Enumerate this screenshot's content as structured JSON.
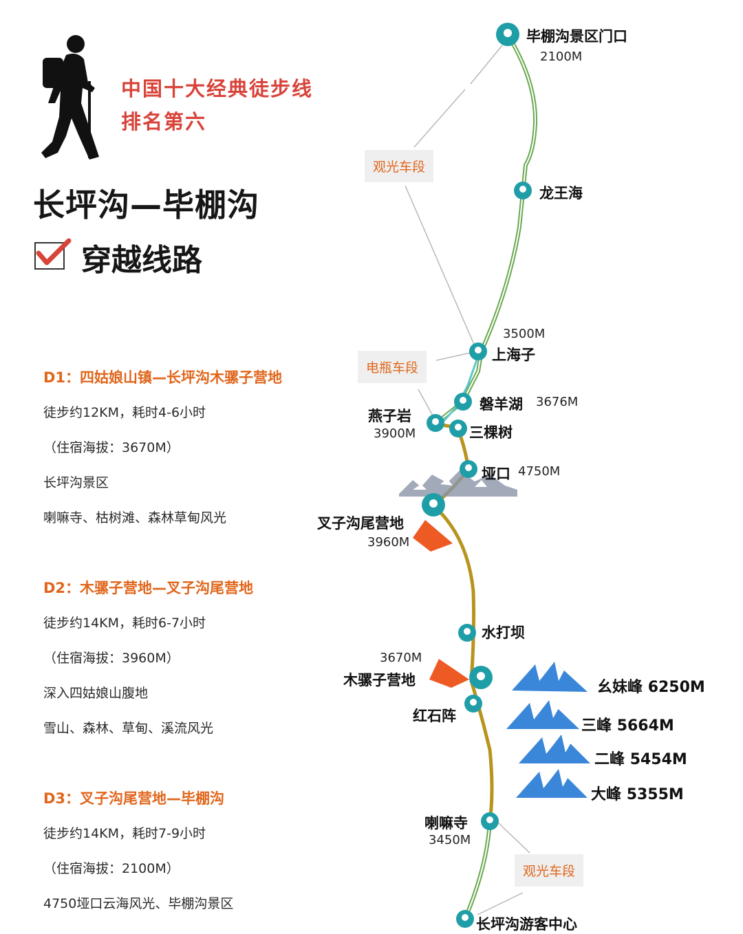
{
  "header": {
    "subtitle_line1": "中国十大经典徒步线",
    "subtitle_line2": "排名第六",
    "title": "长坪沟—毕棚沟",
    "check_title": "穿越线路"
  },
  "days": [
    {
      "title": "D1：四姑娘山镇—长坪沟木骡子营地",
      "lines": [
        "徒步约12KM，耗时4-6小时",
        "（住宿海拔：3670M）",
        "长坪沟景区",
        "喇嘛寺、枯树滩、森林草甸风光"
      ]
    },
    {
      "title": "D2：木骡子营地—叉子沟尾营地",
      "lines": [
        "徒步约14KM，耗时6-7小时",
        "（住宿海拔：3960M）",
        "深入四姑娘山腹地",
        "雪山、森林、草甸、溪流风光"
      ]
    },
    {
      "title": "D3：叉子沟尾营地—毕棚沟",
      "lines": [
        "徒步约14KM，耗时7-9小时",
        "（住宿海拔：2100M）",
        "4750垭口云海风光、毕棚沟景区"
      ]
    }
  ],
  "map": {
    "waypoints": [
      {
        "name": "毕棚沟景区门口",
        "elev": "2100M"
      },
      {
        "name": "龙王海",
        "elev": ""
      },
      {
        "name": "上海子",
        "elev": "3500M"
      },
      {
        "name": "磐羊湖",
        "elev": "3676M"
      },
      {
        "name": "燕子岩",
        "elev": "3900M"
      },
      {
        "name": "三棵树",
        "elev": ""
      },
      {
        "name": "垭口",
        "elev": "4750M"
      },
      {
        "name": "叉子沟尾营地",
        "elev": "3960M"
      },
      {
        "name": "水打坝",
        "elev": ""
      },
      {
        "name": "木骡子营地",
        "elev": "3670M"
      },
      {
        "name": "红石阵",
        "elev": ""
      },
      {
        "name": "喇嘛寺",
        "elev": "3450M"
      },
      {
        "name": "长坪沟游客中心",
        "elev": ""
      }
    ],
    "segments": {
      "sightseeing_top": "观光车段",
      "electric": "电瓶车段",
      "sightseeing_bottom": "观光车段"
    },
    "peaks": [
      {
        "name": "幺妹峰",
        "elev": "6250M"
      },
      {
        "name": "三峰",
        "elev": "5664M"
      },
      {
        "name": "二峰",
        "elev": "5454M"
      },
      {
        "name": "大峰",
        "elev": "5355M"
      }
    ]
  },
  "colors": {
    "accent_red": "#d8433a",
    "accent_orange": "#e0661c",
    "pin_teal": "#1f9ea7",
    "route_green": "#6aa84f",
    "route_gold": "#b8941f",
    "camp_orange": "#ee5a24",
    "peak_blue": "#3a86d8"
  }
}
